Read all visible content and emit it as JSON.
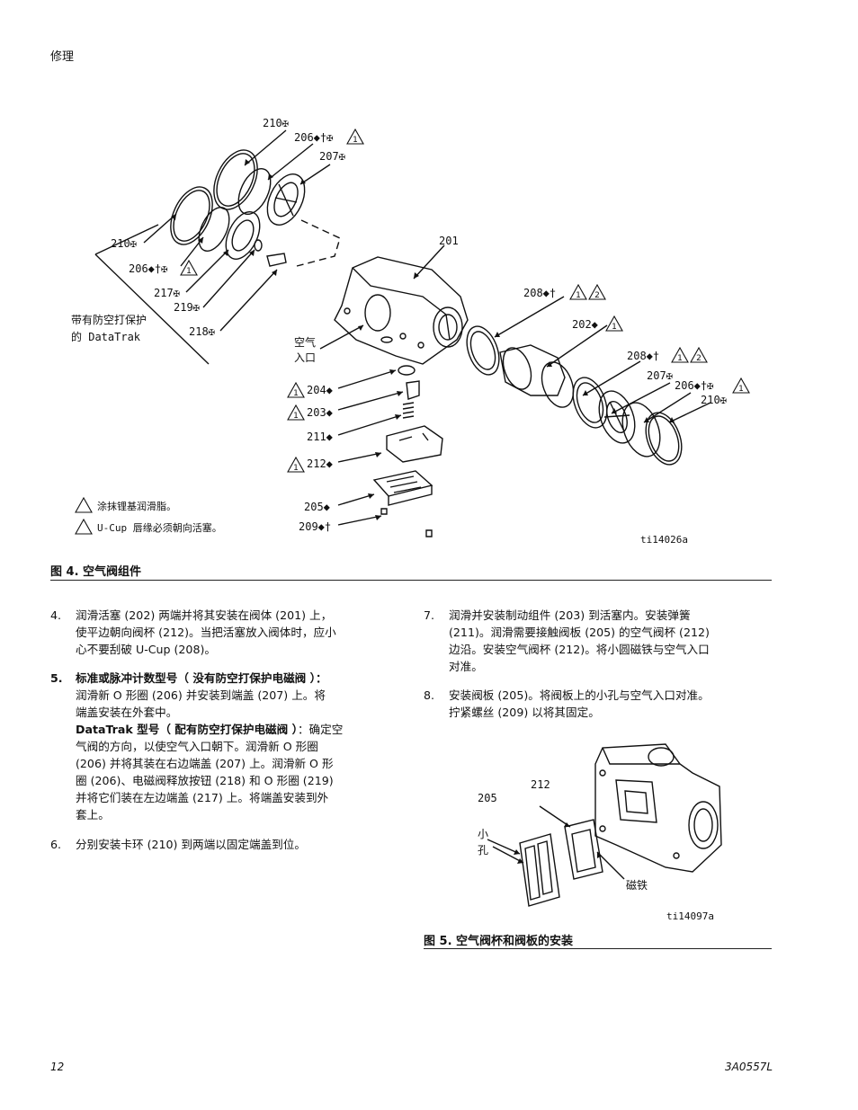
{
  "header": {
    "section": "修理"
  },
  "figure4": {
    "caption": "图 4. 空气阀组件",
    "image_id": "ti14026a",
    "labels": {
      "p210_top": "210✠",
      "p206_top": "206◆†✠",
      "p207_top": "207✠",
      "p210_left": "210✠",
      "p206_left": "206◆†✠",
      "p217": "217✠",
      "p219": "219✠",
      "p218": "218✠",
      "p201": "201",
      "p208_a": "208◆†",
      "p202": "202◆",
      "p208_b": "208◆†",
      "p207_right": "207✠",
      "p206_right": "206◆†✠",
      "p210_right": "210✠",
      "p204": "204◆",
      "p203": "203◆",
      "p211": "211◆",
      "p212": "212◆",
      "p205": "205◆",
      "p209": "209◆†",
      "air_inlet_1": "空气",
      "air_inlet_2": "入口",
      "datatrak_1": "带有防空打保护",
      "datatrak_2": "的 DataTrak"
    },
    "legend": {
      "note1_num": "1",
      "note1": "涂抹锂基润滑脂。",
      "note2_num": "2",
      "note2": "U-Cup 唇缘必须朝向活塞。"
    }
  },
  "steps_left": [
    {
      "num": "4.",
      "lines": [
        "润滑活塞 (202) 两端并将其安装在阀体 (201) 上，",
        "使平边朝向阀杯 (212)。当把活塞放入阀体时，应小",
        "心不要刮破 U-Cup (208)。"
      ]
    },
    {
      "num": "5.",
      "heading": "标准或脉冲计数型号（ 没有防空打保护电磁阀 ）：",
      "lines": [
        "润滑新 O 形圈 (206) 并安装到端盖 (207) 上。将",
        "端盖安装在外套中。"
      ],
      "heading2": "DataTrak 型号（ 配有防空打保护电磁阀 ）",
      "heading2_tail": "：确定空",
      "lines2": [
        "气阀的方向，以使空气入口朝下。润滑新 O 形圈",
        "(206) 并将其装在右边端盖 (207) 上。润滑新 O 形",
        "圈 (206)、电磁阀释放按钮 (218) 和 O 形圈 (219)",
        "并将它们装在左边端盖 (217) 上。将端盖安装到外",
        "套上。"
      ]
    },
    {
      "num": "6.",
      "lines": [
        "分别安装卡环 (210) 到两端以固定端盖到位。"
      ]
    }
  ],
  "steps_right": [
    {
      "num": "7.",
      "lines": [
        "润滑并安装制动组件 (203) 到活塞内。安装弹簧",
        "(211)。润滑需要接触阀板 (205) 的空气阀杯 (212)",
        "边沿。安装空气阀杯 (212)。将小圆磁铁与空气入口",
        "对准。"
      ]
    },
    {
      "num": "8.",
      "lines": [
        "安装阀板 (205)。将阀板上的小孔与空气入口对准。",
        "拧紧螺丝 (209) 以将其固定。"
      ]
    }
  ],
  "figure5": {
    "caption": "图 5. 空气阀杯和阀板的安装",
    "image_id": "ti14097a",
    "labels": {
      "p212": "212",
      "p205": "205",
      "hole_1": "小",
      "hole_2": "孔",
      "magnet": "磁铁"
    }
  },
  "footer": {
    "page": "12",
    "doc": "3A0557L"
  }
}
